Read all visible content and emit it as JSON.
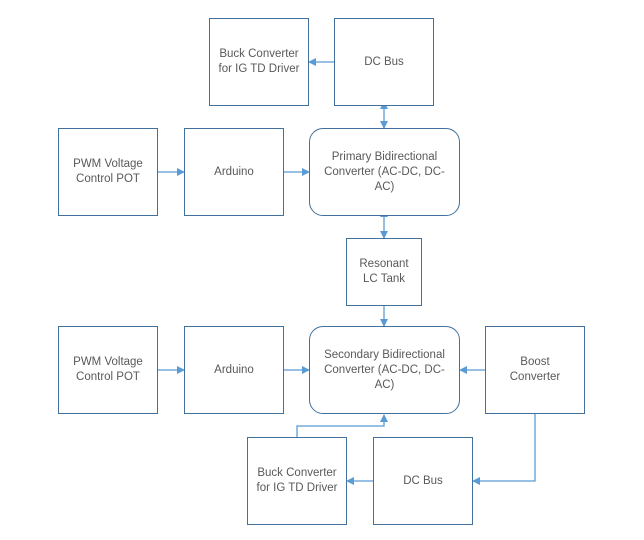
{
  "nodes": {
    "buck_top": "Buck Converter\nfor IG TD Driver",
    "dcbus_top": "DC Bus",
    "pot_top": "PWM Voltage\nControl POT",
    "arduino_top": "Arduino",
    "primary": "Primary Bidirectional\nConverter (AC-DC, DC-\nAC)",
    "resonant": "Resonant\nLC Tank",
    "pot_bot": "PWM Voltage\nControl POT",
    "arduino_bot": "Arduino",
    "secondary": "Secondary Bidirectional\nConverter (AC-DC, DC-\nAC)",
    "boost": "Boost\nConverter",
    "buck_bot": "Buck Converter\nfor IG TD Driver",
    "dcbus_bot": "DC Bus"
  },
  "colors": {
    "border": "#41719c",
    "text": "#595959",
    "line": "#5b9bd5"
  }
}
